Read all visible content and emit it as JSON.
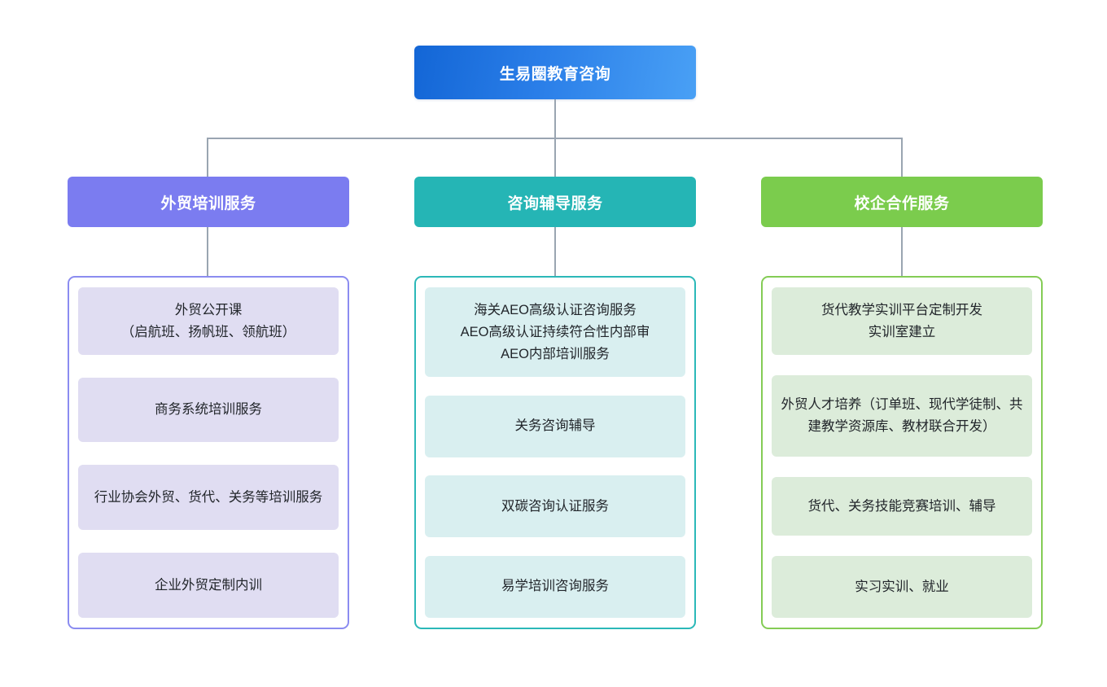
{
  "diagram": {
    "type": "org-chart",
    "root": {
      "label": "生易圈教育咨询",
      "color": "#2a7ee8"
    },
    "branches": [
      {
        "label": "外贸培训服务",
        "color": "#7b7cf0",
        "panel_border": "#8b8cf0",
        "item_bg": "#e0ddf2",
        "items": [
          {
            "label": "外贸公开课\n（启航班、扬帆班、领航班）"
          },
          {
            "label": "商务系统培训服务"
          },
          {
            "label": "行业协会外贸、货代、关务等培训服务"
          },
          {
            "label": "企业外贸定制内训"
          }
        ]
      },
      {
        "label": "咨询辅导服务",
        "color": "#25b5b5",
        "panel_border": "#2bb8b8",
        "item_bg": "#d9eff0",
        "items": [
          {
            "label": "海关AEO高级认证咨询服务\nAEO高级认证持续符合性内部审\nAEO内部培训服务"
          },
          {
            "label": "关务咨询辅导"
          },
          {
            "label": "双碳咨询认证服务"
          },
          {
            "label": "易学培训咨询服务"
          }
        ]
      },
      {
        "label": "校企合作服务",
        "color": "#7bcc4d",
        "panel_border": "#84cc55",
        "item_bg": "#dcecda",
        "items": [
          {
            "label": "货代教学实训平台定制开发\n实训室建立"
          },
          {
            "label": "外贸人才培养（订单班、现代学徒制、共建教学资源库、教材联合开发）"
          },
          {
            "label": "货代、关务技能竞赛培训、辅导"
          },
          {
            "label": "实习实训、就业"
          }
        ]
      }
    ],
    "connector_color": "#9aa5b1"
  }
}
